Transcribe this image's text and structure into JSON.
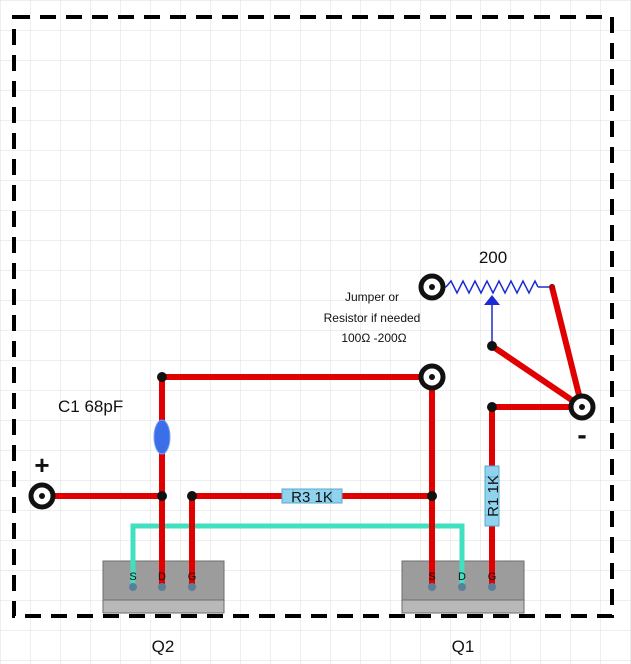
{
  "colors": {
    "grid": "#dcdcdc",
    "trace": "#e00000",
    "jumper": "#40e0c0",
    "node": "#111111",
    "capacitor": "#3b6fe8",
    "resistor_body": "#8fd3ee",
    "pot_wire": "#1a2bd4",
    "transistor_body": "#9c9c9c",
    "border": "#000000"
  },
  "labels": {
    "pot_value": "200",
    "note_line1": "Jumper or",
    "note_line2": "Resistor if needed",
    "note_line3": "100Ω -200Ω",
    "cap": "C1 68pF",
    "plus": "+",
    "minus": "-",
    "r3": "R3 1K",
    "r1": "R1 1K"
  },
  "transistors": [
    {
      "name": "Q2",
      "pins": [
        "S",
        "D",
        "G"
      ]
    },
    {
      "name": "Q1",
      "pins": [
        "S",
        "D",
        "G"
      ]
    }
  ]
}
